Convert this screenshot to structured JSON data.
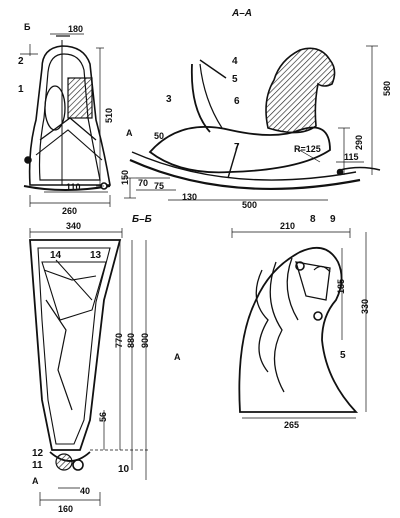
{
  "sections": {
    "aa": "А–А",
    "bb": "Б–Б"
  },
  "marks": {
    "b_top": "Б",
    "a_left": "A",
    "a_bottom": "A",
    "a_right": "A"
  },
  "dimensions": {
    "d180": "180",
    "d510": "510",
    "d110": "110",
    "d260": "260",
    "d580": "580",
    "d290": "290",
    "d125": "R=125",
    "d115": "115",
    "d50": "50",
    "d150": "150",
    "d70": "70",
    "d75": "75",
    "d130": "130",
    "d500": "500",
    "d340": "340",
    "d770": "770",
    "d880": "880",
    "d900": "900",
    "d56": "56",
    "d40": "40",
    "d160": "160",
    "d210": "210",
    "d185": "185",
    "d330": "330",
    "d265": "265"
  },
  "parts": {
    "p1": "1",
    "p2": "2",
    "p3": "3",
    "p4": "4",
    "p5": "5",
    "p6": "6",
    "p7": "7",
    "p8": "8",
    "p9": "9",
    "p10": "10",
    "p11": "11",
    "p12": "12",
    "p13": "13",
    "p14": "14",
    "p5b": "5"
  }
}
